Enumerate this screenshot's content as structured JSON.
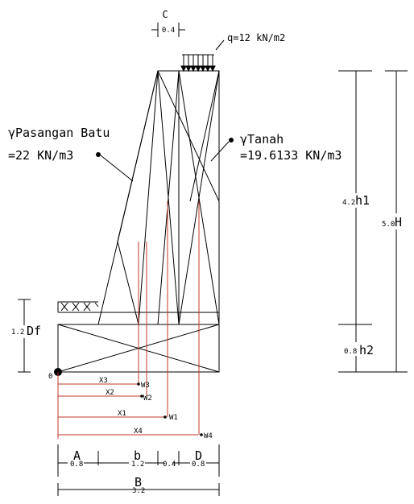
{
  "labels": {
    "c": "C",
    "c_width": "0.4",
    "load": "q=12 kN/m2",
    "stone_gamma_line1": "γPasangan Batu",
    "stone_gamma_line2": "=22 KN/m3",
    "soil_gamma_line1": "γTanah",
    "soil_gamma_line2": "=19.6133 KN/m3",
    "df": "Df",
    "df_value": "1.2",
    "origin": "0",
    "h1": "h1",
    "h1_value": "4.2",
    "h": "H",
    "h_value": "5.0",
    "h2": "h2",
    "h2_value": "0.8",
    "x3": "X3",
    "x2": "X2",
    "x1": "X1",
    "x4": "X4",
    "w3": "W3",
    "w2": "W2",
    "w1": "W1",
    "w4": "W4",
    "a": "A",
    "a_value": "0.8",
    "b_small": "b",
    "b_small_value": "1.2",
    "gap_value": "0.4",
    "d": "D",
    "d_value": "0.8",
    "b_total": "B",
    "b_total_value": "3.2"
  },
  "colors": {
    "line": "#000000",
    "moment_arm": "#c0392b"
  }
}
